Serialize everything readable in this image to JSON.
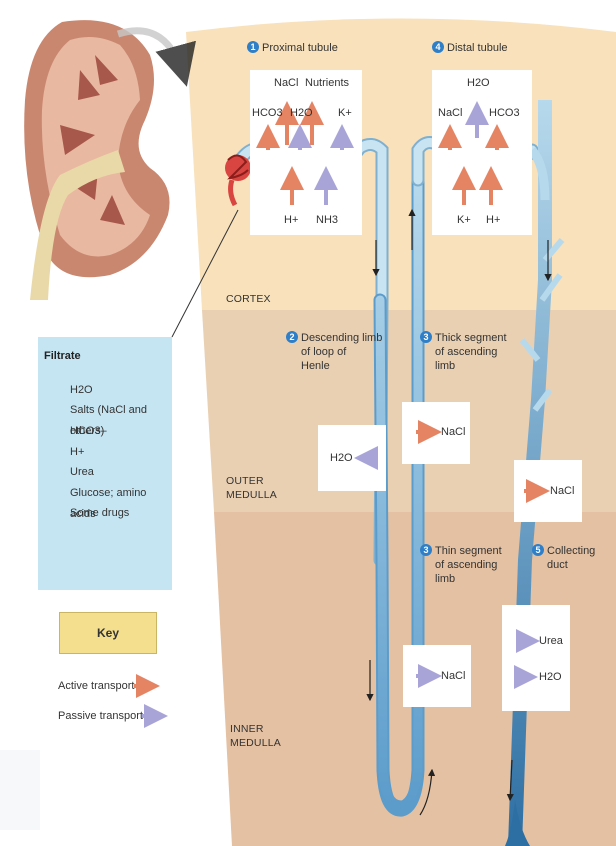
{
  "colors": {
    "cortex": "#f8e1bb",
    "outer_medulla": "#e9d0b3",
    "inner_medulla": "#e4c1a2",
    "tubule": "#b7d9ec",
    "collecting_duct": "#3d84b6",
    "active_arrow": "#e58463",
    "passive_arrow": "#a9a4d8",
    "filtrate_panel": "#c6e5f3",
    "key_box": "#f3df8e",
    "step_badge": "#2f7fc8"
  },
  "icons": [
    "kidney-illustration",
    "glomerulus-icon",
    "curved-arrow-icon"
  ],
  "zones": {
    "cortex": "CORTEX",
    "outer_medulla": [
      "OUTER",
      "MEDULLA"
    ],
    "inner_medulla": [
      "INNER",
      "MEDULLA"
    ]
  },
  "steps": {
    "proximal": {
      "num": "1",
      "label": "Proximal tubule"
    },
    "distal": {
      "num": "4",
      "label": "Distal tubule"
    },
    "descending": {
      "num": "2",
      "label": [
        "Descending limb",
        "of loop of",
        "Henle"
      ]
    },
    "thick": {
      "num": "3",
      "label": [
        "Thick segment",
        "of ascending",
        "limb"
      ]
    },
    "thin": {
      "num": "3",
      "label": [
        "Thin segment",
        "of ascending",
        "limb"
      ]
    },
    "collecting": {
      "num": "5",
      "label": [
        "Collecting",
        "duct"
      ]
    }
  },
  "proximal_box": {
    "top": [
      "NaCl",
      "Nutrients"
    ],
    "mid": [
      "HCO3",
      "H2O",
      "K+"
    ],
    "bottom": [
      "H+",
      "NH3"
    ]
  },
  "distal_box": {
    "top": "H2O",
    "mid": [
      "NaCl",
      "HCO3"
    ],
    "bottom": [
      "K+",
      "H+"
    ]
  },
  "transport_boxes": {
    "descending_h2o": "H2O",
    "thick_nacl": "NaCl",
    "thin_nacl": "NaCl",
    "collecting_nacl": "NaCl",
    "collecting_urea": "Urea",
    "collecting_h2o": "H2O"
  },
  "filtrate": {
    "title": "Filtrate",
    "items": [
      "H2O",
      "Salts (NaCl and others)",
      "HCO3–",
      "H+",
      "Urea",
      "Glucose; amino acids",
      "Some drugs"
    ]
  },
  "key": {
    "title": "Key",
    "active": "Active transport",
    "passive": "Passive transport"
  }
}
